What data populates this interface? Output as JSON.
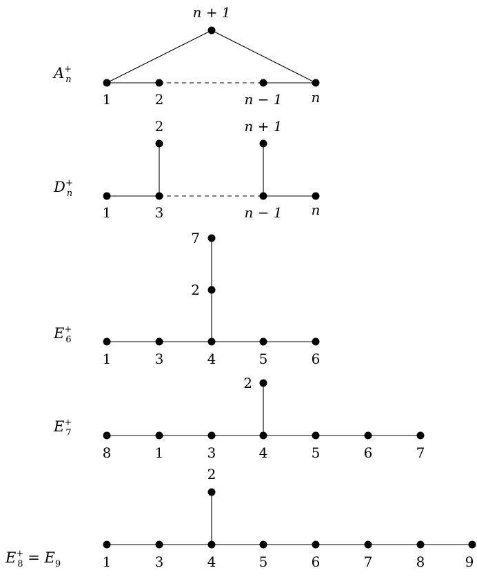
{
  "diagrams": [
    {
      "id": "A",
      "name": {
        "base": "A",
        "sup": "+",
        "sub": "n",
        "suffix_base": "",
        "suffix_sub": ""
      },
      "nodes": [
        {
          "id": "a1",
          "label": "1"
        },
        {
          "id": "a2",
          "label": "2"
        },
        {
          "id": "an1",
          "label": "n − 1"
        },
        {
          "id": "an",
          "label": "n"
        },
        {
          "id": "atop",
          "label": "n + 1"
        }
      ],
      "edges": [
        {
          "from": "a1",
          "to": "a2",
          "style": "solid"
        },
        {
          "from": "a2",
          "to": "an1",
          "style": "dashed"
        },
        {
          "from": "an1",
          "to": "an",
          "style": "solid"
        },
        {
          "from": "a1",
          "to": "atop",
          "style": "solid"
        },
        {
          "from": "atop",
          "to": "an",
          "style": "solid"
        }
      ]
    },
    {
      "id": "D",
      "name": {
        "base": "D",
        "sup": "+",
        "sub": "n",
        "suffix_base": "",
        "suffix_sub": ""
      },
      "nodes": [
        {
          "id": "d1",
          "label": "1"
        },
        {
          "id": "d3",
          "label": "3"
        },
        {
          "id": "dn1",
          "label": "n − 1"
        },
        {
          "id": "dn",
          "label": "n"
        },
        {
          "id": "d2",
          "label": "2"
        },
        {
          "id": "dtop",
          "label": "n + 1"
        }
      ],
      "edges": [
        {
          "from": "d1",
          "to": "d3",
          "style": "solid"
        },
        {
          "from": "d3",
          "to": "dn1",
          "style": "dashed"
        },
        {
          "from": "dn1",
          "to": "dn",
          "style": "solid"
        },
        {
          "from": "d3",
          "to": "d2",
          "style": "solid"
        },
        {
          "from": "dn1",
          "to": "dtop",
          "style": "solid"
        }
      ]
    },
    {
      "id": "E6",
      "name": {
        "base": "E",
        "sup": "+",
        "sub": "6",
        "suffix_base": "",
        "suffix_sub": ""
      },
      "nodes": [
        {
          "id": "e61",
          "label": "1"
        },
        {
          "id": "e63",
          "label": "3"
        },
        {
          "id": "e64",
          "label": "4"
        },
        {
          "id": "e65",
          "label": "5"
        },
        {
          "id": "e66",
          "label": "6"
        },
        {
          "id": "e62",
          "label": "2"
        },
        {
          "id": "e67",
          "label": "7"
        }
      ],
      "edges": [
        {
          "from": "e61",
          "to": "e63",
          "style": "solid"
        },
        {
          "from": "e63",
          "to": "e64",
          "style": "solid"
        },
        {
          "from": "e64",
          "to": "e65",
          "style": "solid"
        },
        {
          "from": "e65",
          "to": "e66",
          "style": "solid"
        },
        {
          "from": "e64",
          "to": "e62",
          "style": "solid"
        },
        {
          "from": "e62",
          "to": "e67",
          "style": "solid"
        }
      ]
    },
    {
      "id": "E7",
      "name": {
        "base": "E",
        "sup": "+",
        "sub": "7",
        "suffix_base": "",
        "suffix_sub": ""
      },
      "nodes": [
        {
          "id": "e78",
          "label": "8"
        },
        {
          "id": "e71",
          "label": "1"
        },
        {
          "id": "e73",
          "label": "3"
        },
        {
          "id": "e74",
          "label": "4"
        },
        {
          "id": "e75",
          "label": "5"
        },
        {
          "id": "e76",
          "label": "6"
        },
        {
          "id": "e77",
          "label": "7"
        },
        {
          "id": "e72",
          "label": "2"
        }
      ],
      "edges": [
        {
          "from": "e78",
          "to": "e71",
          "style": "solid"
        },
        {
          "from": "e71",
          "to": "e73",
          "style": "solid"
        },
        {
          "from": "e73",
          "to": "e74",
          "style": "solid"
        },
        {
          "from": "e74",
          "to": "e75",
          "style": "solid"
        },
        {
          "from": "e75",
          "to": "e76",
          "style": "solid"
        },
        {
          "from": "e76",
          "to": "e77",
          "style": "solid"
        },
        {
          "from": "e74",
          "to": "e72",
          "style": "solid"
        }
      ]
    },
    {
      "id": "E8",
      "name": {
        "base": "E",
        "sup": "+",
        "sub": "8",
        "suffix_base": " = E",
        "suffix_sub": "9"
      },
      "nodes": [
        {
          "id": "e81",
          "label": "1"
        },
        {
          "id": "e83",
          "label": "3"
        },
        {
          "id": "e84",
          "label": "4"
        },
        {
          "id": "e85",
          "label": "5"
        },
        {
          "id": "e86",
          "label": "6"
        },
        {
          "id": "e87",
          "label": "7"
        },
        {
          "id": "e88",
          "label": "8"
        },
        {
          "id": "e89",
          "label": "9"
        },
        {
          "id": "e82",
          "label": "2"
        }
      ],
      "edges": [
        {
          "from": "e81",
          "to": "e83",
          "style": "solid"
        },
        {
          "from": "e83",
          "to": "e84",
          "style": "solid"
        },
        {
          "from": "e84",
          "to": "e85",
          "style": "solid"
        },
        {
          "from": "e85",
          "to": "e86",
          "style": "solid"
        },
        {
          "from": "e86",
          "to": "e87",
          "style": "solid"
        },
        {
          "from": "e87",
          "to": "e88",
          "style": "solid"
        },
        {
          "from": "e88",
          "to": "e89",
          "style": "solid"
        },
        {
          "from": "e84",
          "to": "e82",
          "style": "solid"
        }
      ]
    }
  ]
}
